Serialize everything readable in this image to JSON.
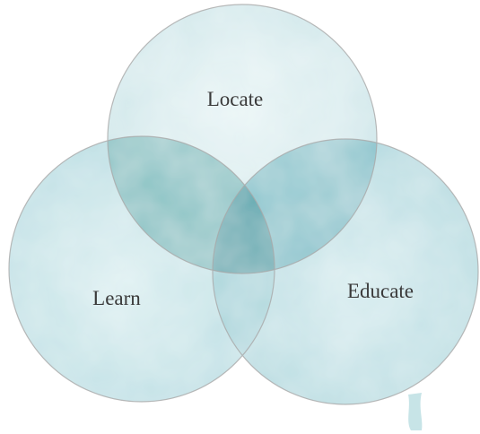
{
  "diagram": {
    "type": "venn",
    "sets": [
      {
        "id": "locate",
        "label": "Locate",
        "color": "#bfe0e4"
      },
      {
        "id": "learn",
        "label": "Learn",
        "color": "#b7dde2"
      },
      {
        "id": "educate",
        "label": "Educate",
        "color": "#aed8de"
      }
    ],
    "colors": {
      "circle_outline": "#a9a9a9",
      "overlap_locate_learn": "#6fb6b7",
      "overlap_locate_educate": "#74b9c3",
      "overlap_all": "#4d9fa5",
      "text": "#3a3a3a",
      "background": "#ffffff"
    }
  }
}
